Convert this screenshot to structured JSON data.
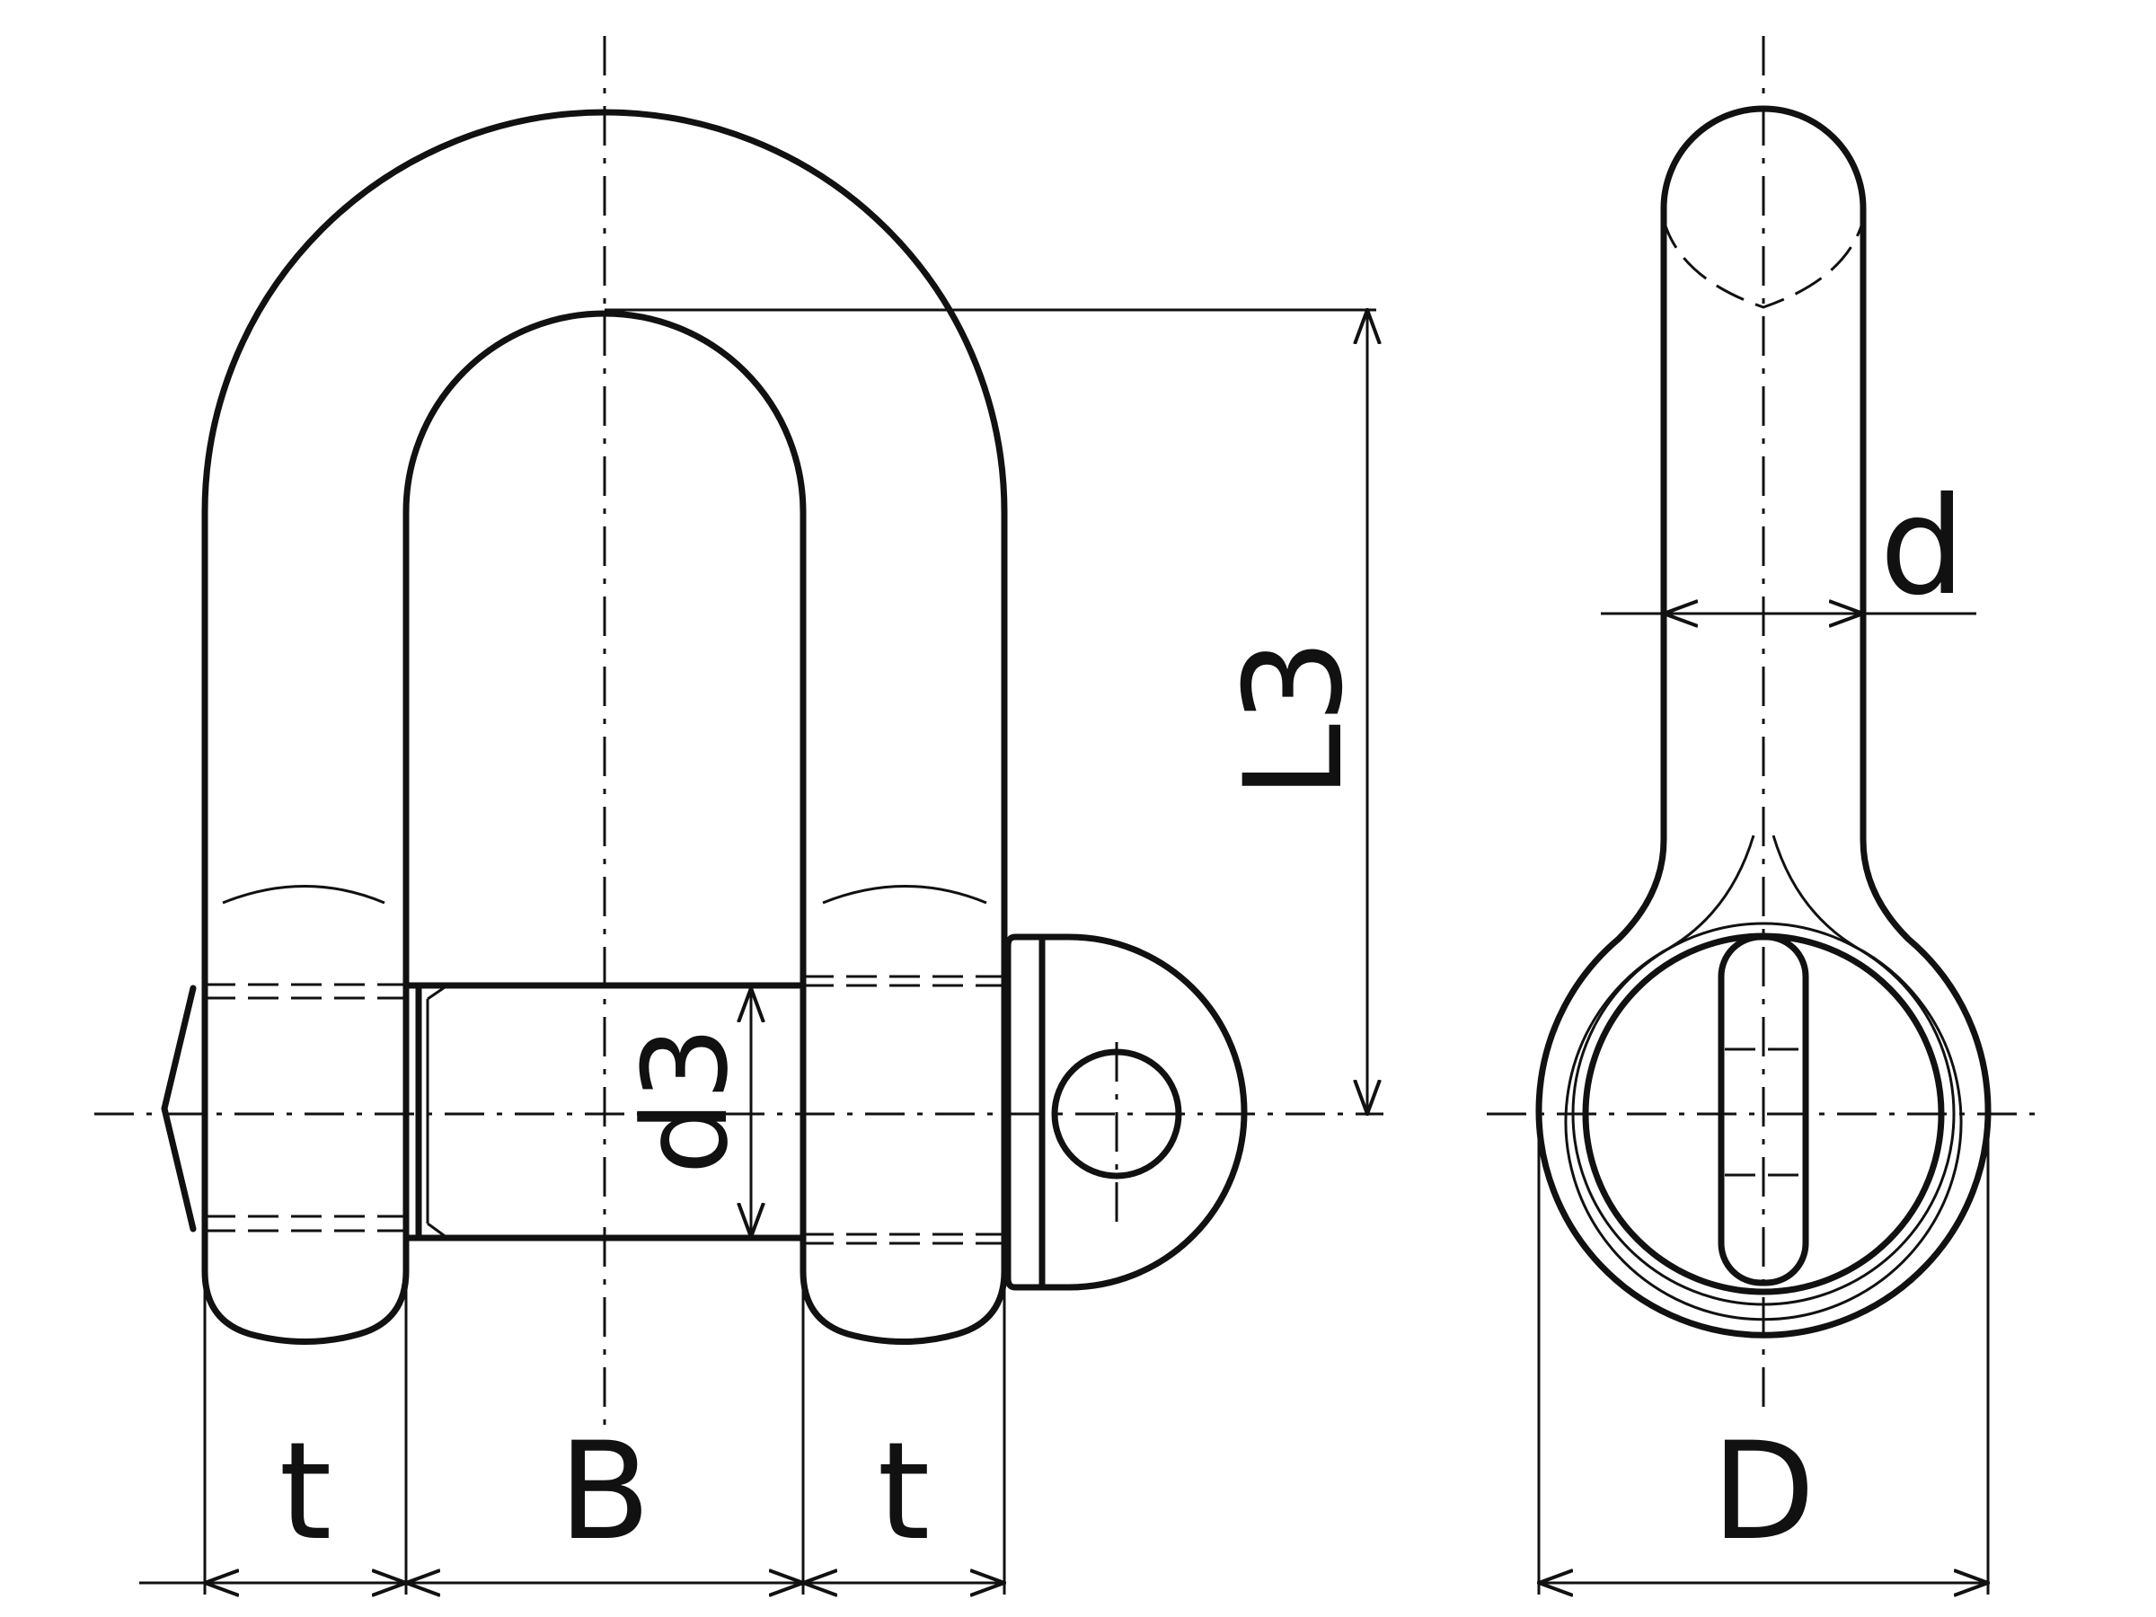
{
  "labels": {
    "L3": "L3",
    "d3": "d3",
    "d": "d",
    "t_left": "t",
    "B": "B",
    "t_right": "t",
    "D": "D"
  },
  "colors": {
    "line": "#111111",
    "background": "#ffffff"
  }
}
